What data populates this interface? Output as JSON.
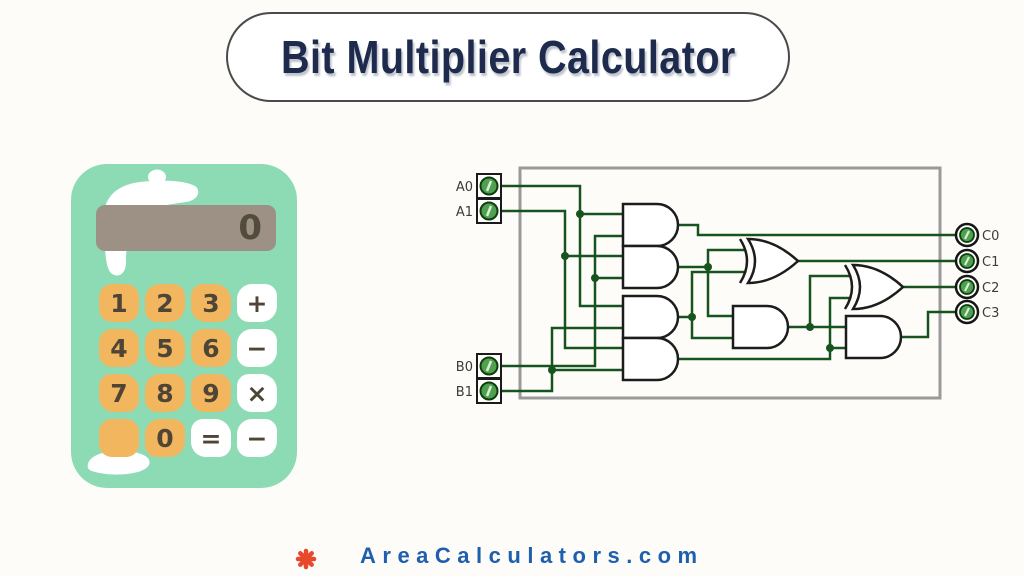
{
  "title": {
    "text": "Bit Multiplier Calculator"
  },
  "calculator": {
    "display_value": "0",
    "keys": [
      {
        "label": "1",
        "style": "orange"
      },
      {
        "label": "2",
        "style": "orange"
      },
      {
        "label": "3",
        "style": "orange"
      },
      {
        "label": "+",
        "style": "white"
      },
      {
        "label": "4",
        "style": "orange"
      },
      {
        "label": "5",
        "style": "orange"
      },
      {
        "label": "6",
        "style": "orange"
      },
      {
        "label": "−",
        "style": "white"
      },
      {
        "label": "7",
        "style": "orange"
      },
      {
        "label": "8",
        "style": "orange"
      },
      {
        "label": "9",
        "style": "orange"
      },
      {
        "label": "×",
        "style": "white"
      },
      {
        "label": "",
        "style": "orange"
      },
      {
        "label": "0",
        "style": "orange"
      },
      {
        "label": "=",
        "style": "white"
      },
      {
        "label": "−",
        "style": "white"
      }
    ]
  },
  "circuit": {
    "inputs": [
      "A0",
      "A1",
      "B0",
      "B1"
    ],
    "outputs": [
      "C0",
      "C1",
      "C2",
      "C3"
    ],
    "gates": [
      {
        "id": "and-1",
        "type": "AND"
      },
      {
        "id": "and-2",
        "type": "AND"
      },
      {
        "id": "and-3",
        "type": "AND"
      },
      {
        "id": "and-4",
        "type": "AND"
      },
      {
        "id": "xor-1",
        "type": "XOR"
      },
      {
        "id": "and-5",
        "type": "AND"
      },
      {
        "id": "xor-2",
        "type": "XOR"
      },
      {
        "id": "and-6",
        "type": "AND"
      }
    ]
  },
  "footer": {
    "brand": "AreaCalculators.com"
  },
  "colors": {
    "title_navy": "#1E2B4D",
    "calc_mint": "#8CDBB4",
    "key_orange": "#F2B65F",
    "display_gray": "#9C9184",
    "digit_brown": "#4E4537",
    "wire_green": "#17531E",
    "frame_gray": "#9A9A9A",
    "terminal_green": "#4FA04F",
    "brand_blue": "#1E5FAE",
    "burst_red": "#E8492C"
  }
}
